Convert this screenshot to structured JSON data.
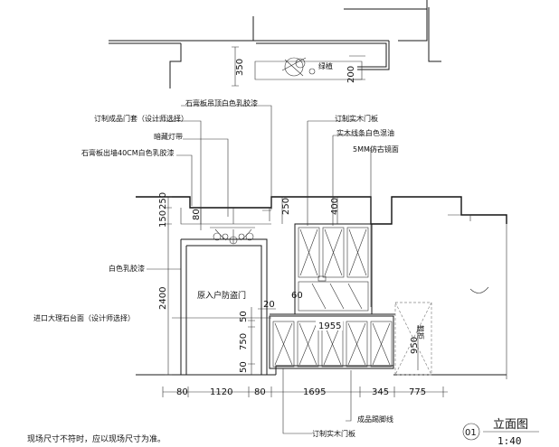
{
  "plan_labels": {
    "dim_350": "350",
    "dim_200": "200",
    "plant_label": "绿植"
  },
  "annotations": {
    "a1": "石膏板吊顶白色乳胶漆",
    "a2": "订制成品门套（设计师选择）",
    "a3": "订制实木门板",
    "a4": "暗藏灯带",
    "a5": "实木线条白色混油",
    "a6": "5MM仿古镜面",
    "a7": "石膏板出墙40CM白色乳胶漆",
    "a8": "白色乳胶漆",
    "a9": "进口大理石台面（设计师选择）",
    "a10": "成品踢脚线",
    "a11": "订制实木门板"
  },
  "door_label": "原入户防盗门",
  "left_dims": {
    "d150": "150",
    "d250": "250",
    "d2400": "2400"
  },
  "small_dims": {
    "d80": "80",
    "d250": "250",
    "d400": "400",
    "d60": "60",
    "d20": "20",
    "d50a": "50",
    "d750": "750",
    "d50b": "50",
    "d950": "950",
    "d1955": "1955"
  },
  "bottom_dims": [
    "80",
    "1120",
    "80",
    "1695",
    "345",
    "775"
  ],
  "right_label": "鞋柜",
  "footer_note": "现场尺寸不符时，应以现场尺寸为准。",
  "title_block": {
    "number": "01",
    "title": "立面图",
    "scale": "1:40"
  }
}
